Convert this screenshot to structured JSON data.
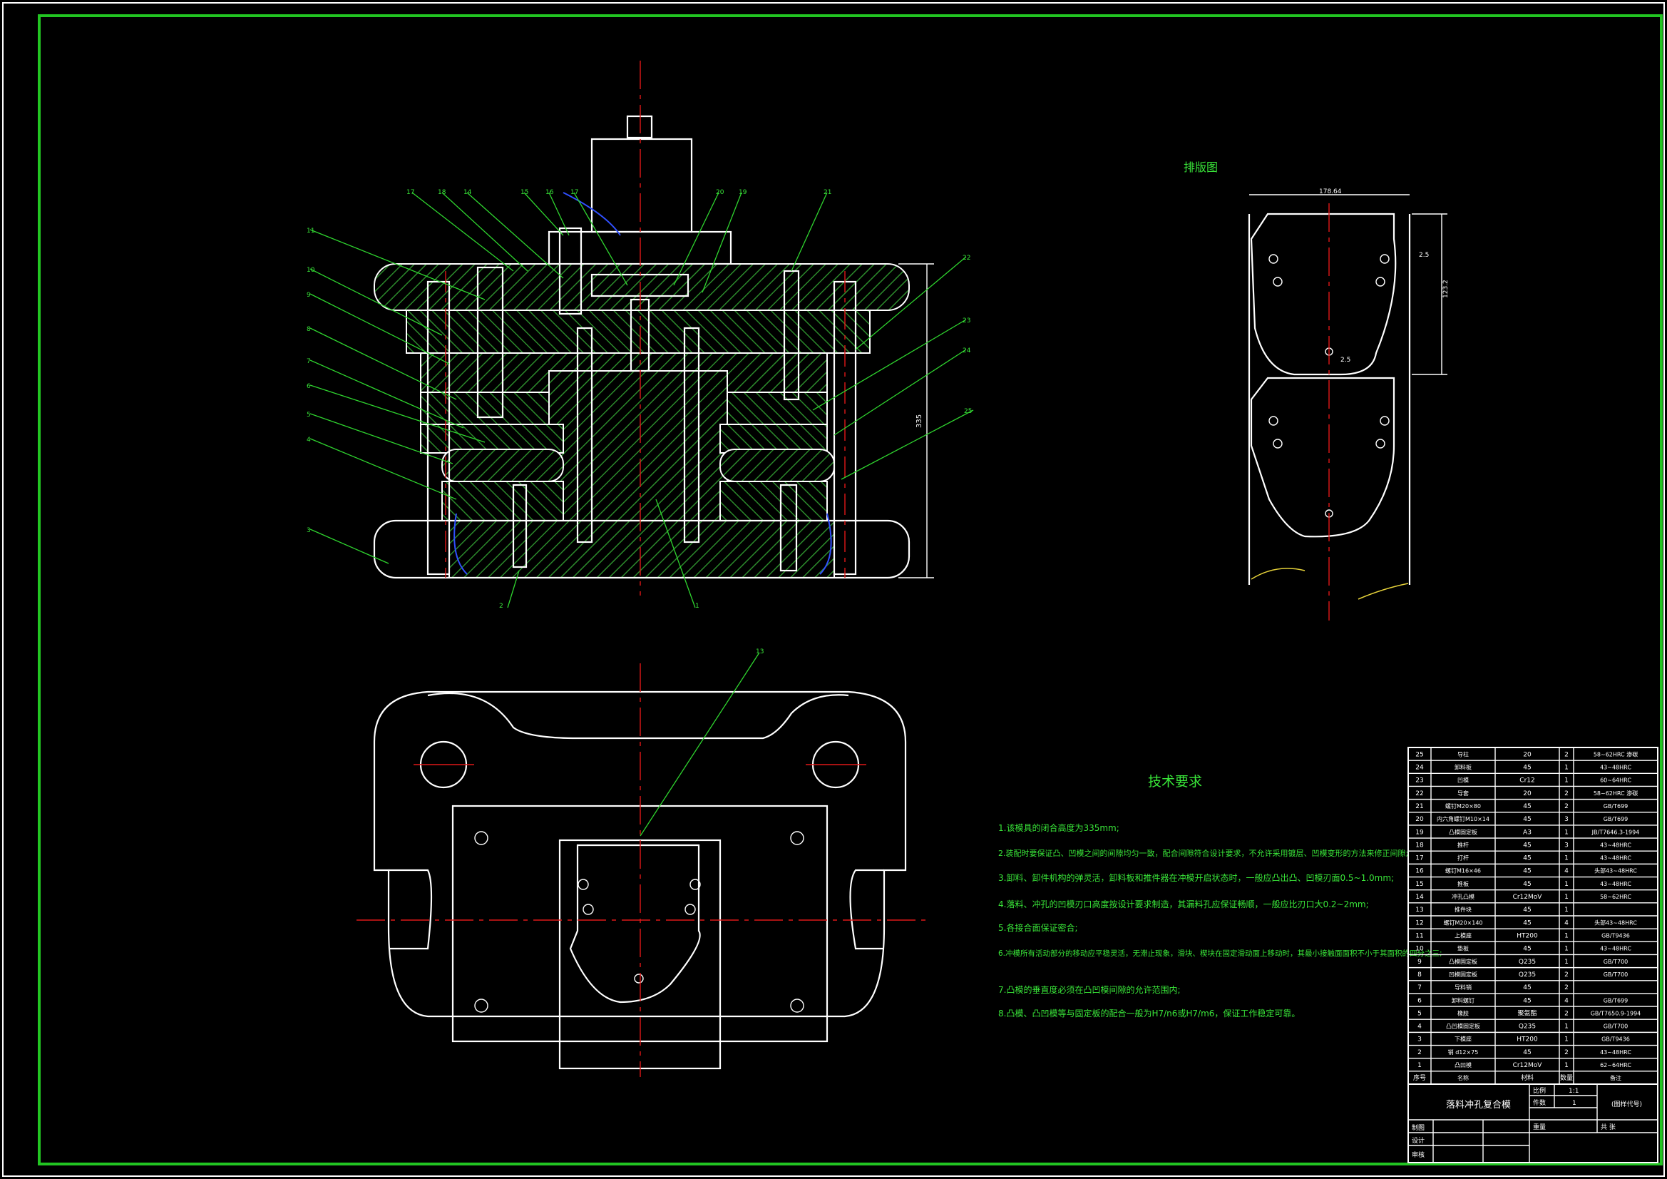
{
  "frame": {
    "border_color": "#22c522"
  },
  "main_view": {
    "callouts": [
      "11",
      "10",
      "9",
      "8",
      "7",
      "6",
      "5",
      "4",
      "3",
      "17",
      "18",
      "14",
      "15",
      "16",
      "17",
      "20",
      "19",
      "21",
      "22",
      "23",
      "24",
      "25",
      "2",
      "1"
    ],
    "dimension_height": "335"
  },
  "bottom_view": {
    "callout": "13"
  },
  "strip_layout": {
    "title": "排版图",
    "dim_width": "178.64",
    "dim_pitch": "123.2",
    "dim_edge": "2.5",
    "dim_gap": "2.5"
  },
  "tech_requirements": {
    "title": "技术要求",
    "items": [
      "1.该模具的闭合高度为335mm;",
      "2.装配时要保证凸、凹模之间的间隙均匀一致，配合间隙符合设计要求，不允许采用镀层、凹模变形的方法来修正间隙;",
      "3.卸料、卸件机构的弹灵活，卸料板和推件器在冲模开启状态时，一般应凸出凸、凹模刃面0.5~1.0mm;",
      "4.落料、冲孔的凹模刃口高度按设计要求制造，其漏料孔应保证畅顺，一般应比刃口大0.2~2mm;",
      "5.各接合面保证密合;",
      "6.冲模所有活动部分的移动应平稳灵活，无滞止现象，滑块、楔块在固定滑动面上移动时，其最小接触面面积不小于其面积的四分之三;",
      "7.凸模的垂直度必须在凸凹模间隙的允许范围内;",
      "8.凸模、凸凹模等与固定板的配合一般为H7/n6或H7/m6，保证工作稳定可靠。"
    ]
  },
  "bom": {
    "rows": [
      {
        "no": "25",
        "name": "导柱",
        "mat": "20",
        "qty": "2",
        "note": "58~62HRC 渗碳"
      },
      {
        "no": "24",
        "name": "卸料板",
        "mat": "45",
        "qty": "1",
        "note": "43~48HRC"
      },
      {
        "no": "23",
        "name": "凹模",
        "mat": "Cr12",
        "qty": "1",
        "note": "60~64HRC"
      },
      {
        "no": "22",
        "name": "导套",
        "mat": "20",
        "qty": "2",
        "note": "58~62HRC 渗碳"
      },
      {
        "no": "21",
        "name": "螺钉M20×80",
        "mat": "45",
        "qty": "2",
        "note": "GB/T699"
      },
      {
        "no": "20",
        "name": "内六角螺钉M10×14",
        "mat": "45",
        "qty": "3",
        "note": "GB/T699"
      },
      {
        "no": "19",
        "name": "凸模固定板",
        "mat": "A3",
        "qty": "1",
        "note": "JB/T7646.3-1994"
      },
      {
        "no": "18",
        "name": "推杆",
        "mat": "45",
        "qty": "3",
        "note": "43~48HRC"
      },
      {
        "no": "17",
        "name": "打杆",
        "mat": "45",
        "qty": "1",
        "note": "43~48HRC"
      },
      {
        "no": "16",
        "name": "螺钉M16×46",
        "mat": "45",
        "qty": "4",
        "note": "头部43~48HRC"
      },
      {
        "no": "15",
        "name": "推板",
        "mat": "45",
        "qty": "1",
        "note": "43~48HRC"
      },
      {
        "no": "14",
        "name": "冲孔凸模",
        "mat": "Cr12MoV",
        "qty": "1",
        "note": "58~62HRC"
      },
      {
        "no": "13",
        "name": "推件块",
        "mat": "45",
        "qty": "1",
        "note": ""
      },
      {
        "no": "12",
        "name": "螺钉M20×140",
        "mat": "45",
        "qty": "4",
        "note": "头部43~48HRC"
      },
      {
        "no": "11",
        "name": "上模座",
        "mat": "HT200",
        "qty": "1",
        "note": "GB/T9436"
      },
      {
        "no": "10",
        "name": "垫板",
        "mat": "45",
        "qty": "1",
        "note": "43~48HRC"
      },
      {
        "no": "9",
        "name": "凸模固定板",
        "mat": "Q235",
        "qty": "1",
        "note": "GB/T700"
      },
      {
        "no": "8",
        "name": "凹模固定板",
        "mat": "Q235",
        "qty": "2",
        "note": "GB/T700"
      },
      {
        "no": "7",
        "name": "导料销",
        "mat": "45",
        "qty": "2",
        "note": ""
      },
      {
        "no": "6",
        "name": "卸料螺钉",
        "mat": "45",
        "qty": "4",
        "note": "GB/T699"
      },
      {
        "no": "5",
        "name": "橡胶",
        "mat": "聚氨酯",
        "qty": "2",
        "note": "GB/T7650.9-1994"
      },
      {
        "no": "4",
        "name": "凸凹模固定板",
        "mat": "Q235",
        "qty": "1",
        "note": "GB/T700"
      },
      {
        "no": "3",
        "name": "下模座",
        "mat": "HT200",
        "qty": "1",
        "note": "GB/T9436"
      },
      {
        "no": "2",
        "name": "销 d12×75",
        "mat": "45",
        "qty": "2",
        "note": "43~48HRC"
      },
      {
        "no": "1",
        "name": "凸凹模",
        "mat": "Cr12MoV",
        "qty": "1",
        "note": "62~64HRC"
      }
    ],
    "header": {
      "no": "序号",
      "name": "名称",
      "mat": "材料",
      "qty": "数量",
      "note": "备注"
    }
  },
  "title_block": {
    "drawing_name": "落料冲孔复合模",
    "scale_label": "比例",
    "scale_value": "1:1",
    "count_label": "件数",
    "count_value": "1",
    "material_label": "(图样代号)",
    "weight_label": "重量",
    "sheet_label": "共 张",
    "designer": "制图",
    "checker": "设计",
    "approver": "审核"
  }
}
